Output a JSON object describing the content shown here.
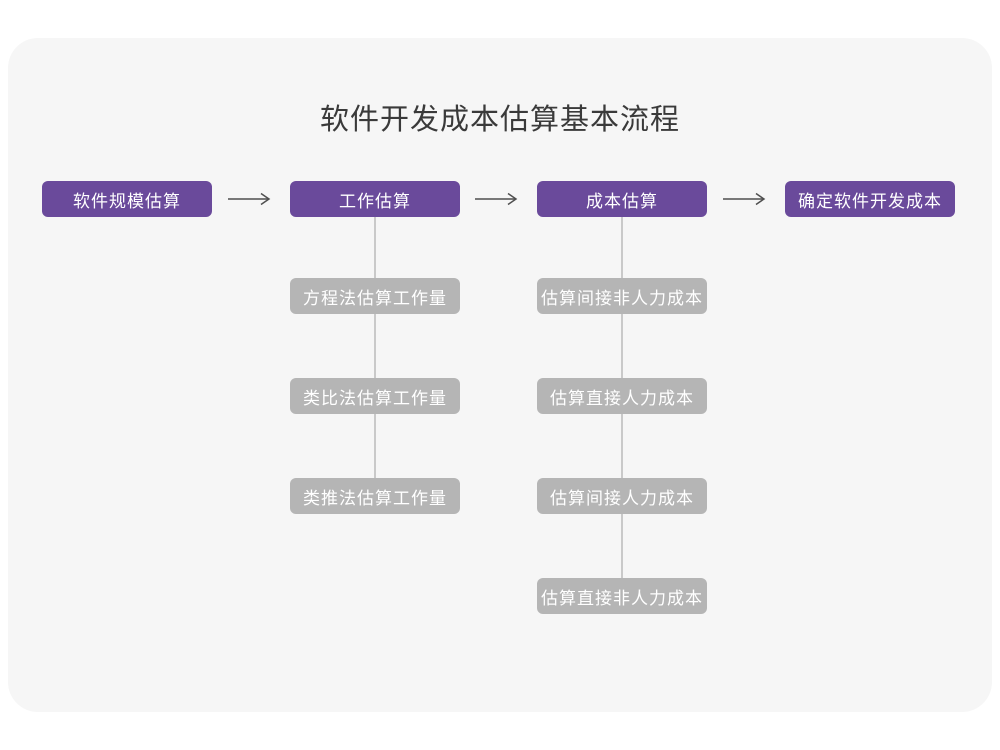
{
  "title": "软件开发成本估算基本流程",
  "colors": {
    "page-bg": "#ffffff",
    "card-bg": "#f6f6f6",
    "accent-purple": "#6a4a9b",
    "sub-gray": "#b5b5b5",
    "node-text": "#ffffff",
    "title-text": "#3a3a3a",
    "arrow": "#4f4f4f",
    "connector": "#c9c9c9"
  },
  "flow": {
    "steps": [
      {
        "label": "软件规模估算"
      },
      {
        "label": "工作估算"
      },
      {
        "label": "成本估算"
      },
      {
        "label": "确定软件开发成本"
      }
    ],
    "effort_methods": [
      {
        "label": "方程法估算工作量"
      },
      {
        "label": "类比法估算工作量"
      },
      {
        "label": "类推法估算工作量"
      }
    ],
    "cost_components": [
      {
        "label": "估算间接非人力成本"
      },
      {
        "label": "估算直接人力成本"
      },
      {
        "label": "估算间接人力成本"
      },
      {
        "label": "估算直接非人力成本"
      }
    ]
  }
}
